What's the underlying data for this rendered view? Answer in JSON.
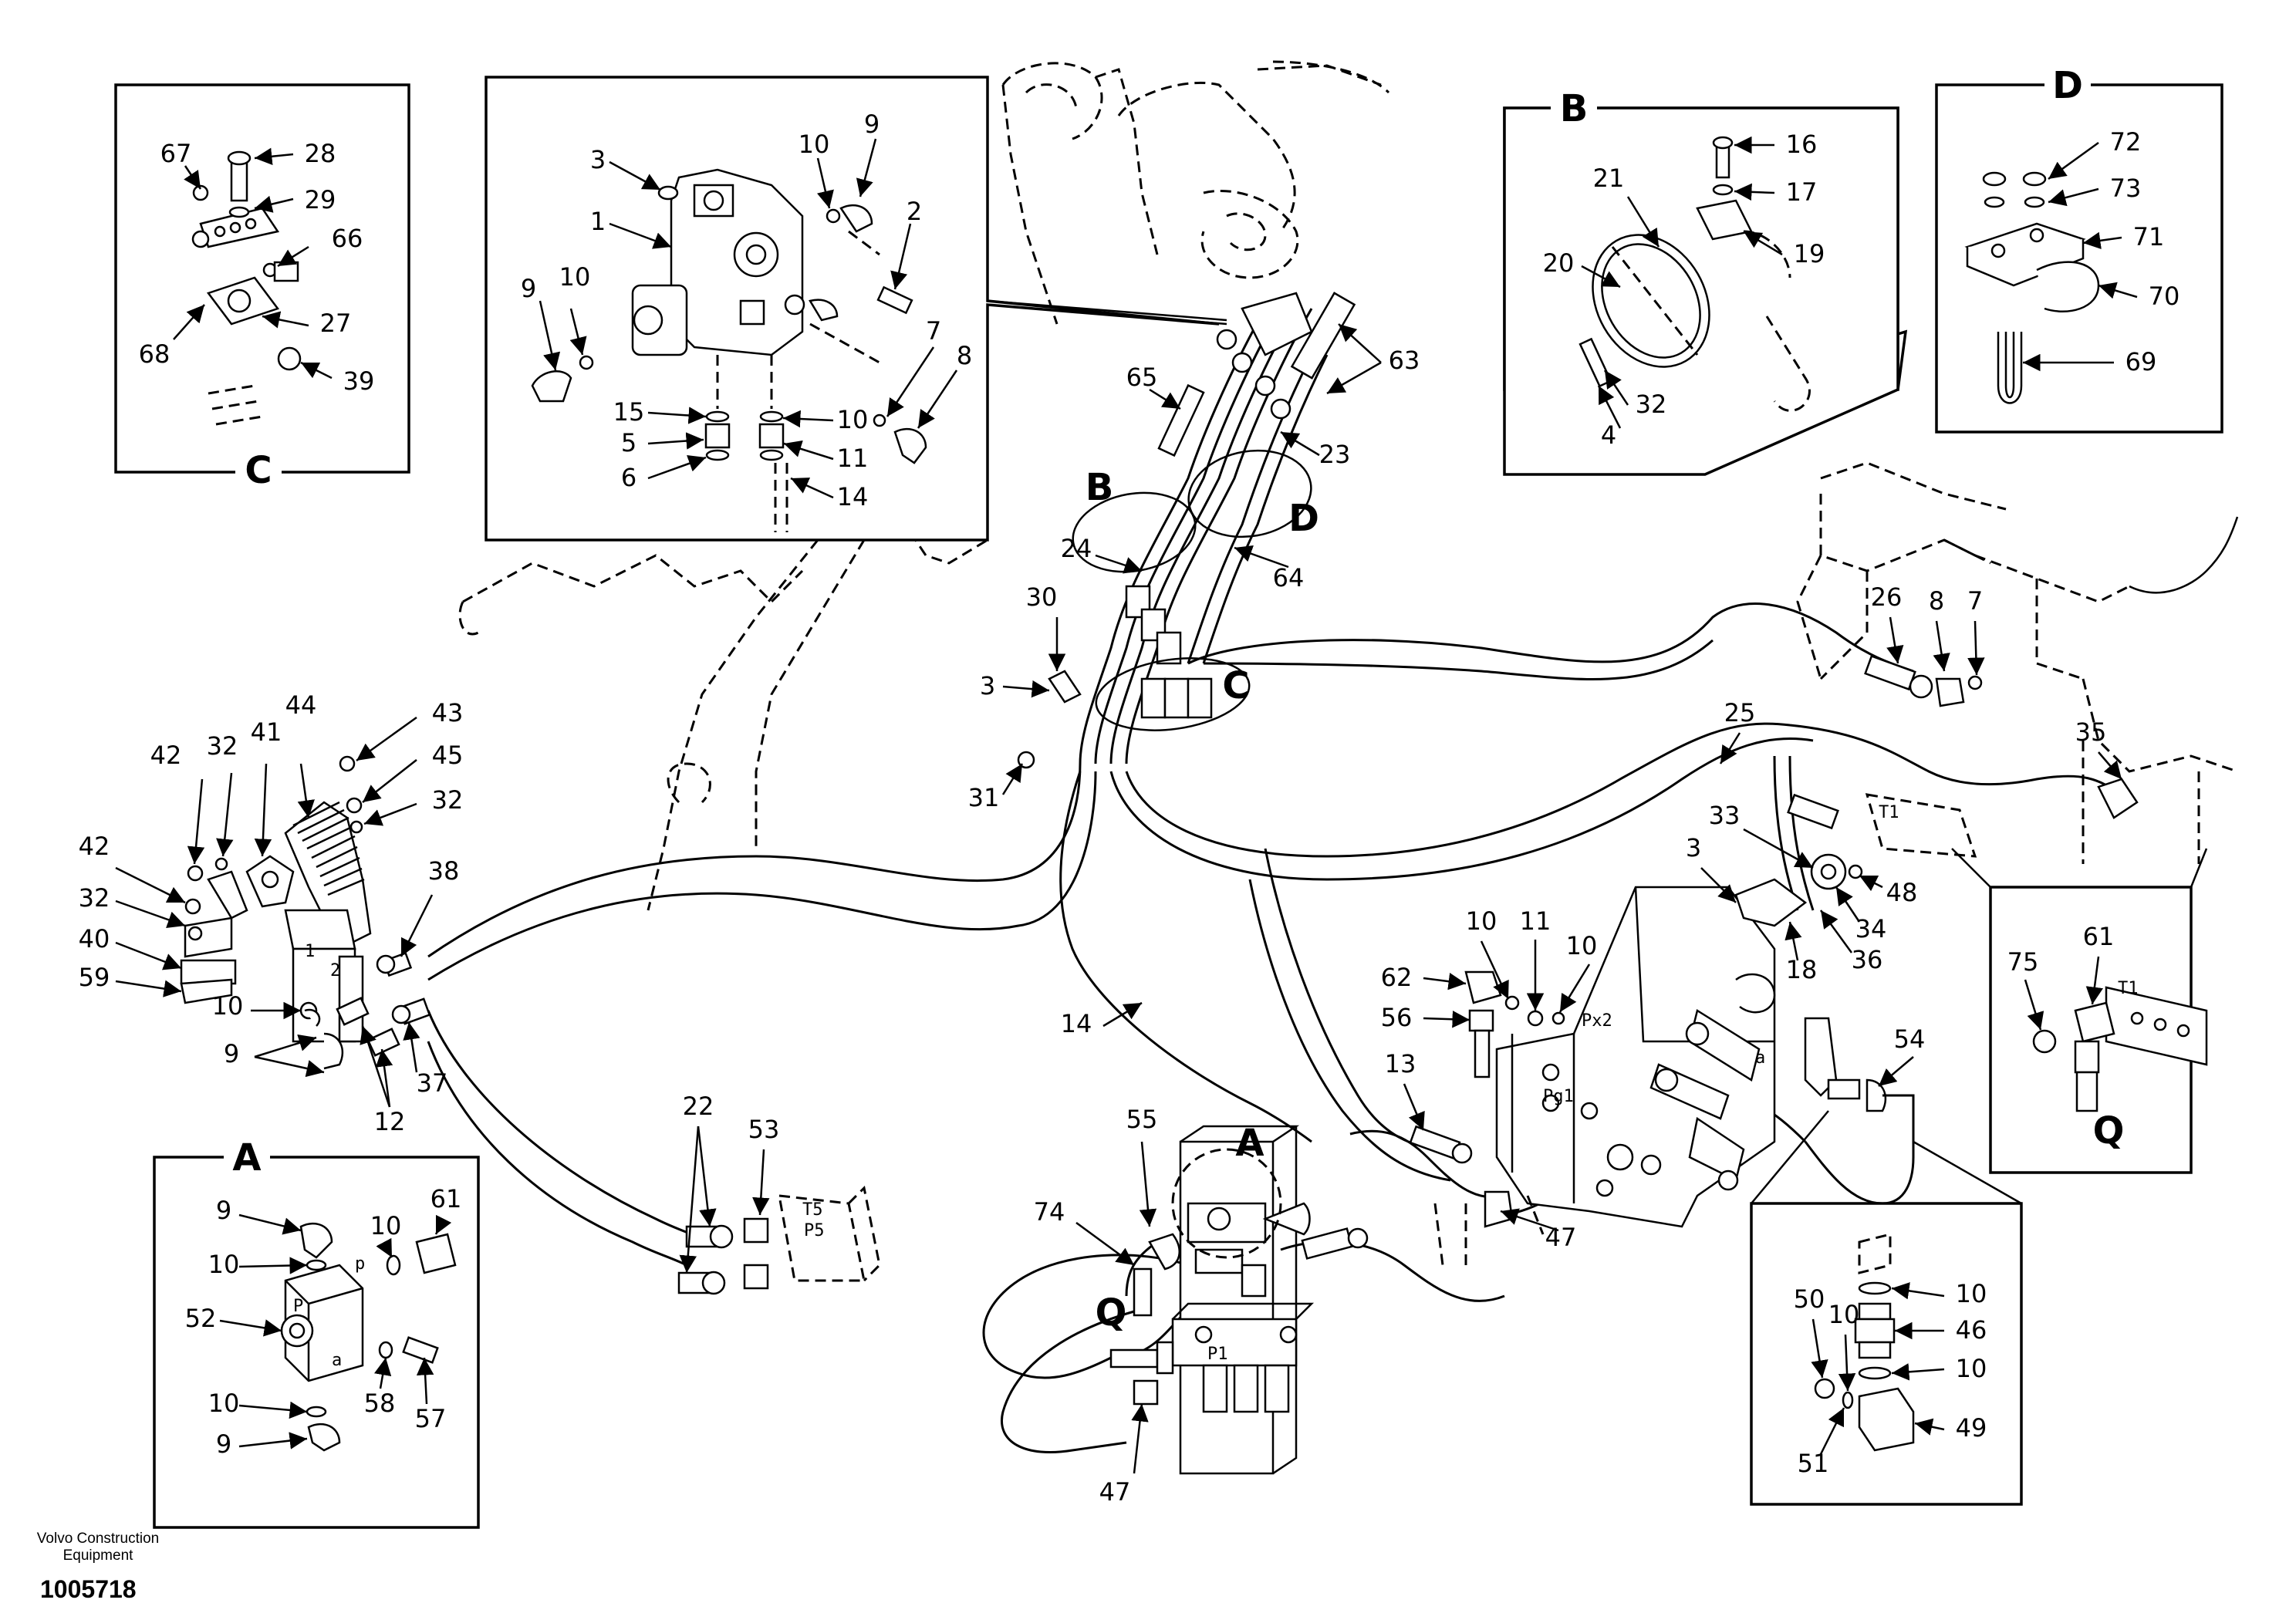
{
  "footer": {
    "company_line1": "Volvo Construction",
    "company_line2": "Equipment",
    "document_number": "1005718"
  },
  "views": {
    "a": "A",
    "b": "B",
    "c": "C",
    "d": "D",
    "q": "Q"
  },
  "port_labels": {
    "p": "P",
    "p_lower": "p",
    "a_lower": "a",
    "t5": "T5",
    "p5": "P5",
    "t1": "T1",
    "px2": "Px2",
    "pg1": "Pg1",
    "p1": "P1",
    "one": "1",
    "two": "2"
  },
  "parts": {
    "n1": "1",
    "n2": "2",
    "n3": "3",
    "n4": "4",
    "n5": "5",
    "n6": "6",
    "n7": "7",
    "n8": "8",
    "n9": "9",
    "n10": "10",
    "n11": "11",
    "n12": "12",
    "n13": "13",
    "n14": "14",
    "n15": "15",
    "n16": "16",
    "n17": "17",
    "n18": "18",
    "n19": "19",
    "n20": "20",
    "n21": "21",
    "n22": "22",
    "n23": "23",
    "n24": "24",
    "n25": "25",
    "n26": "26",
    "n27": "27",
    "n28": "28",
    "n29": "29",
    "n30": "30",
    "n31": "31",
    "n32": "32",
    "n33": "33",
    "n34": "34",
    "n35": "35",
    "n36": "36",
    "n37": "37",
    "n38": "38",
    "n39": "39",
    "n40": "40",
    "n41": "41",
    "n42": "42",
    "n43": "43",
    "n44": "44",
    "n45": "45",
    "n46": "46",
    "n47": "47",
    "n48": "48",
    "n49": "49",
    "n50": "50",
    "n51": "51",
    "n52": "52",
    "n53": "53",
    "n54": "54",
    "n55": "55",
    "n56": "56",
    "n57": "57",
    "n58": "58",
    "n59": "59",
    "n61": "61",
    "n62": "62",
    "n63": "63",
    "n64": "64",
    "n65": "65",
    "n66": "66",
    "n67": "67",
    "n68": "68",
    "n69": "69",
    "n70": "70",
    "n71": "71",
    "n72": "72",
    "n73": "73",
    "n74": "74",
    "n75": "75"
  }
}
